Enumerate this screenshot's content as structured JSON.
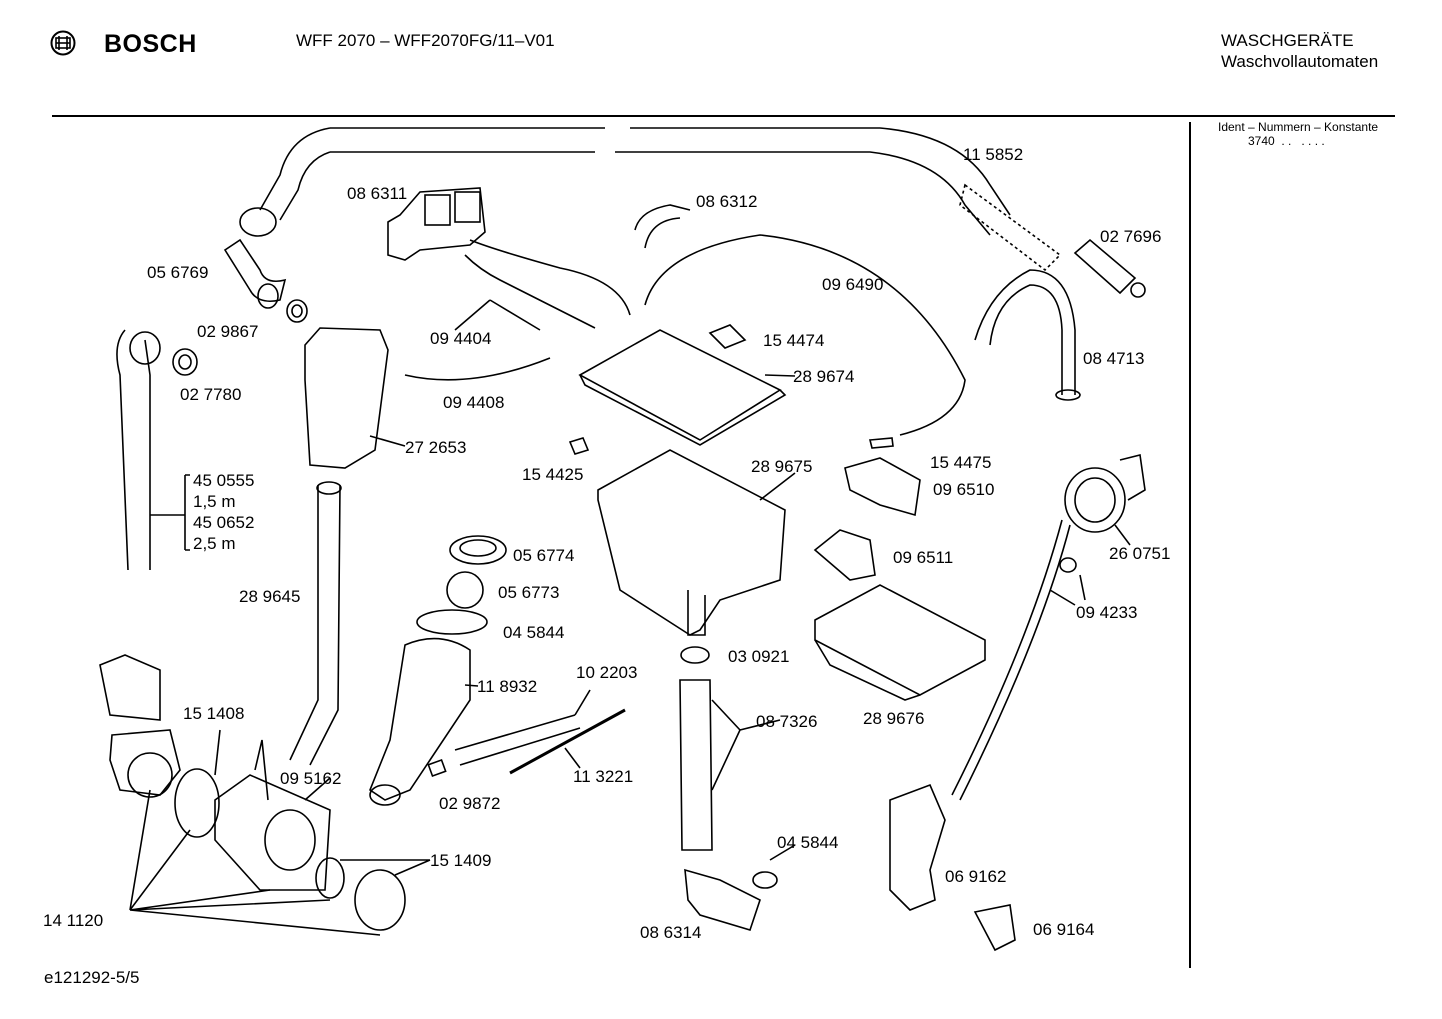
{
  "header": {
    "brand": "BOSCH",
    "model": "WFF 2070 – WFF2070FG/11–V01",
    "category": "WASCHGERÄTE",
    "subcategory": "Waschvollautomaten"
  },
  "side_panel": {
    "ident_label": "Ident – Nummern – Konstante",
    "ident_value": "3740  . .   . . . ."
  },
  "footer": {
    "code": "e121292-5/5"
  },
  "part_labels": [
    "11 5852",
    "08 6311",
    "08 6312",
    "02 7696",
    "05 6769",
    "09 6490",
    "02 9867",
    "09 4404",
    "15 4474",
    "08 4713",
    "02 7780",
    "28 9674",
    "09 4408",
    "27 2653",
    "15 4475",
    "15 4425",
    "28 9675",
    "09 6510",
    "45 0555",
    "1,5 m",
    "45 0652",
    "2,5 m",
    "26 0751",
    "05 6774",
    "09 6511",
    "05 6773",
    "09 4233",
    "28 9645",
    "04 5844",
    "03 0921",
    "10 2203",
    "11 8932",
    "08 7326",
    "28 9676",
    "15 1408",
    "09 5162",
    "11 3221",
    "02 9872",
    "04 5844",
    "15 1409",
    "06 9162",
    "14 1120",
    "06 9164",
    "08 6314"
  ]
}
